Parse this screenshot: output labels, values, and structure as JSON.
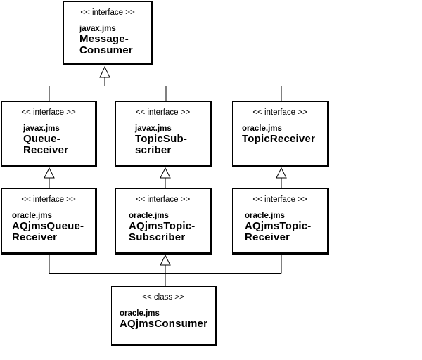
{
  "diagram": {
    "kind": "uml-inheritance-diagram",
    "colors": {
      "line": "#000000",
      "text": "#000000",
      "box_fill": "#ffffff",
      "background": "#ffffff"
    },
    "nodes": [
      {
        "id": "message-consumer",
        "stereotype": "<< interface >>",
        "package": "javax.jms",
        "name_lines": [
          "Message-",
          "Consumer"
        ]
      },
      {
        "id": "queue-receiver",
        "stereotype": "<< interface >>",
        "package": "javax.jms",
        "name_lines": [
          "Queue-",
          "Receiver"
        ]
      },
      {
        "id": "topic-subscriber",
        "stereotype": "<< interface >>",
        "package": "javax.jms",
        "name_lines": [
          "TopicSub-",
          "scriber"
        ]
      },
      {
        "id": "topic-receiver",
        "stereotype": "<< interface >>",
        "package": "oracle.jms",
        "name_lines": [
          "TopicReceiver"
        ]
      },
      {
        "id": "aqjms-queue-receiver",
        "stereotype": "<< interface >>",
        "package": "oracle.jms",
        "name_lines": [
          "AQjmsQueue-",
          "Receiver"
        ]
      },
      {
        "id": "aqjms-topic-subscriber",
        "stereotype": "<< interface >>",
        "package": "oracle.jms",
        "name_lines": [
          "AQjmsTopic-",
          "Subscriber"
        ]
      },
      {
        "id": "aqjms-topic-receiver",
        "stereotype": "<< interface >>",
        "package": "oracle.jms",
        "name_lines": [
          "AQjmsTopic-",
          "Receiver"
        ]
      },
      {
        "id": "aqjms-consumer",
        "stereotype": "<< class >>",
        "package": "oracle.jms",
        "name_lines": [
          "AQjmsConsumer"
        ]
      }
    ],
    "edges": [
      {
        "from": "queue-receiver",
        "to": "message-consumer",
        "type": "generalization"
      },
      {
        "from": "topic-subscriber",
        "to": "message-consumer",
        "type": "generalization"
      },
      {
        "from": "topic-receiver",
        "to": "message-consumer",
        "type": "generalization"
      },
      {
        "from": "aqjms-queue-receiver",
        "to": "queue-receiver",
        "type": "generalization"
      },
      {
        "from": "aqjms-topic-subscriber",
        "to": "topic-subscriber",
        "type": "generalization"
      },
      {
        "from": "aqjms-topic-receiver",
        "to": "topic-receiver",
        "type": "generalization"
      },
      {
        "from": "aqjms-consumer",
        "to": "aqjms-queue-receiver",
        "type": "generalization"
      },
      {
        "from": "aqjms-consumer",
        "to": "aqjms-topic-subscriber",
        "type": "generalization"
      },
      {
        "from": "aqjms-consumer",
        "to": "aqjms-topic-receiver",
        "type": "generalization"
      }
    ]
  }
}
